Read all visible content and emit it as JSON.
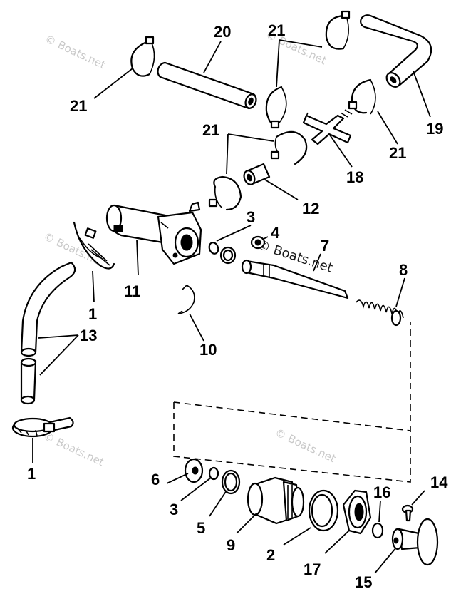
{
  "diagram": {
    "labels": {
      "p1a": "1",
      "p1b": "1",
      "p2": "2",
      "p3a": "3",
      "p3b": "3",
      "p4": "4",
      "p5": "5",
      "p6": "6",
      "p7": "7",
      "p8": "8",
      "p9": "9",
      "p10": "10",
      "p11": "11",
      "p12": "12",
      "p13": "13",
      "p14": "14",
      "p15": "15",
      "p16": "16",
      "p17": "17",
      "p18": "18",
      "p19": "19",
      "p20": "20",
      "p21a": "21",
      "p21b": "21",
      "p21c": "21",
      "p21d": "21"
    },
    "watermark": {
      "faint": "© Boats.net",
      "dark": "© Boats.net"
    }
  }
}
